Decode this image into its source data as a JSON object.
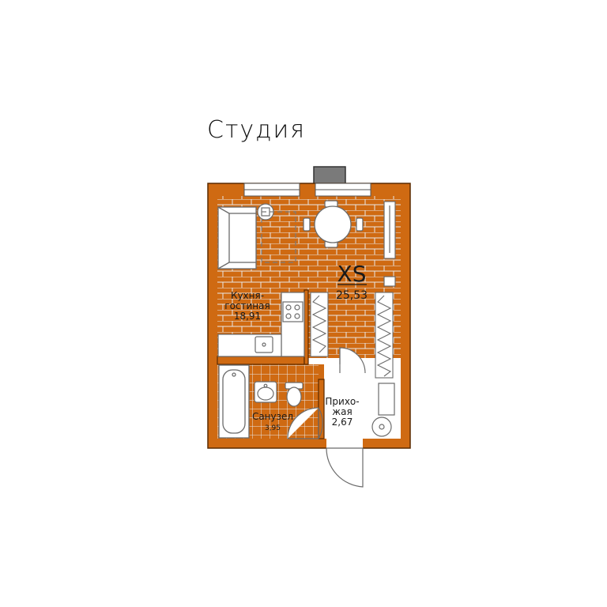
{
  "title": "Студия",
  "type_badge": "XS",
  "total_area": "25,53",
  "rooms": [
    {
      "name_line1": "Кухня-",
      "name_line2": "гостиная",
      "area": "18,91"
    },
    {
      "name_line1": "Санузел",
      "name_line2": "",
      "area": "3,95"
    },
    {
      "name_line1": "Прихо-",
      "name_line2": "жая",
      "area": "2,67"
    }
  ],
  "colors": {
    "wall": "#cf6a12",
    "wall_outline": "#5a2a00",
    "floor": "#ffffff",
    "tile_line": "#e6e6e6",
    "furniture_stroke": "#6b6b6b",
    "window": "#dcdcdc"
  }
}
